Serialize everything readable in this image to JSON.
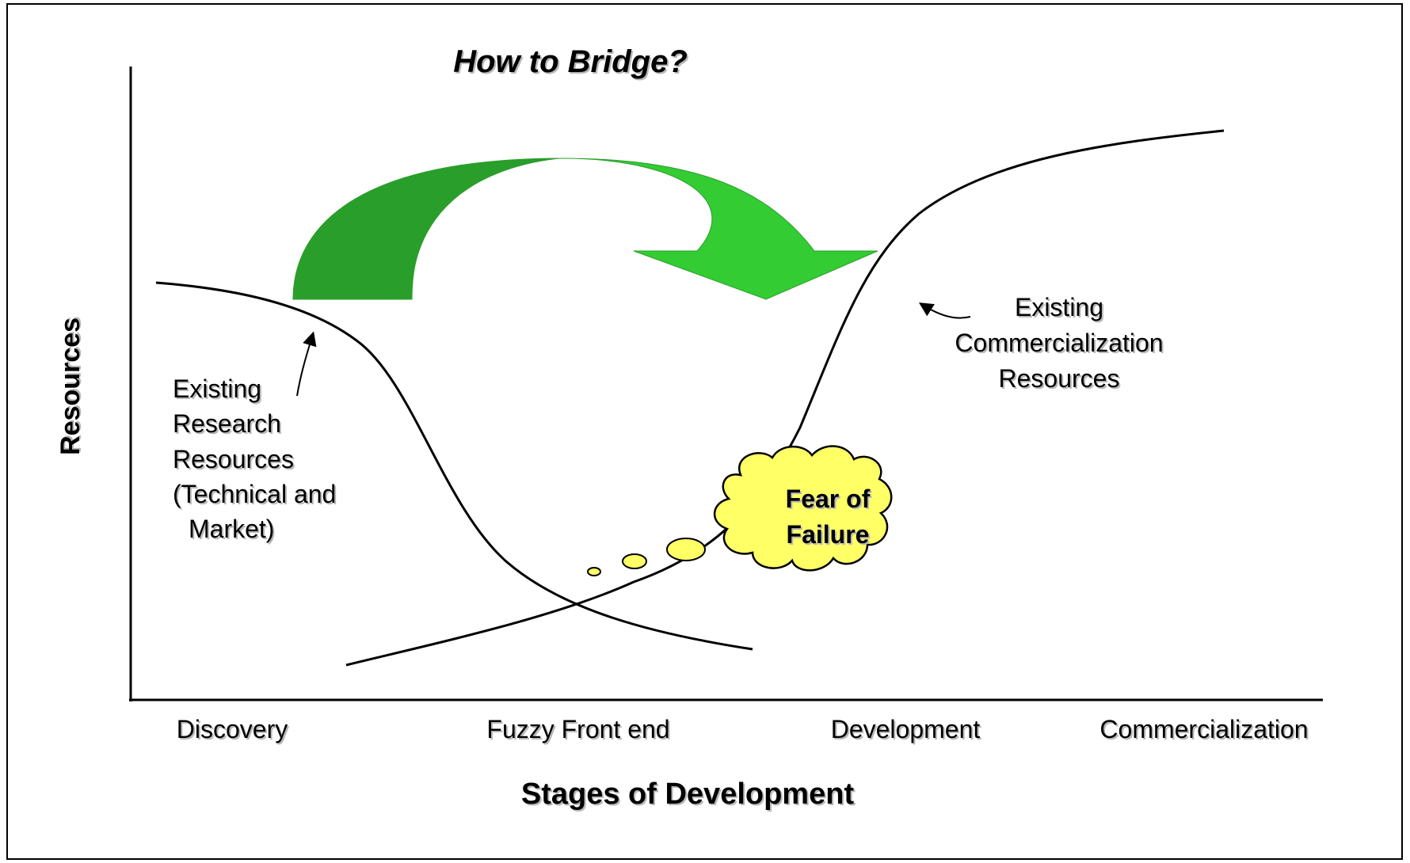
{
  "title": "How to Bridge?",
  "axes": {
    "y_label": "Resources",
    "x_label": "Stages of Development"
  },
  "stages": [
    "Discovery",
    "Fuzzy Front end",
    "Development",
    "Commercialization"
  ],
  "research_resources": {
    "lines": [
      "Existing",
      "Research",
      "Resources",
      "(Technical and",
      "Market)"
    ]
  },
  "commercialization_resources": {
    "lines": [
      "Existing",
      "Commercialization",
      "Resources"
    ]
  },
  "fear_cloud": {
    "lines": [
      "Fear of",
      "Failure"
    ]
  },
  "colors": {
    "title": "#ff3300",
    "arrow_light": "#33cc33",
    "arrow_dark": "#2a9e2a",
    "cloud_fill": "#ffff66",
    "line": "#000000"
  }
}
